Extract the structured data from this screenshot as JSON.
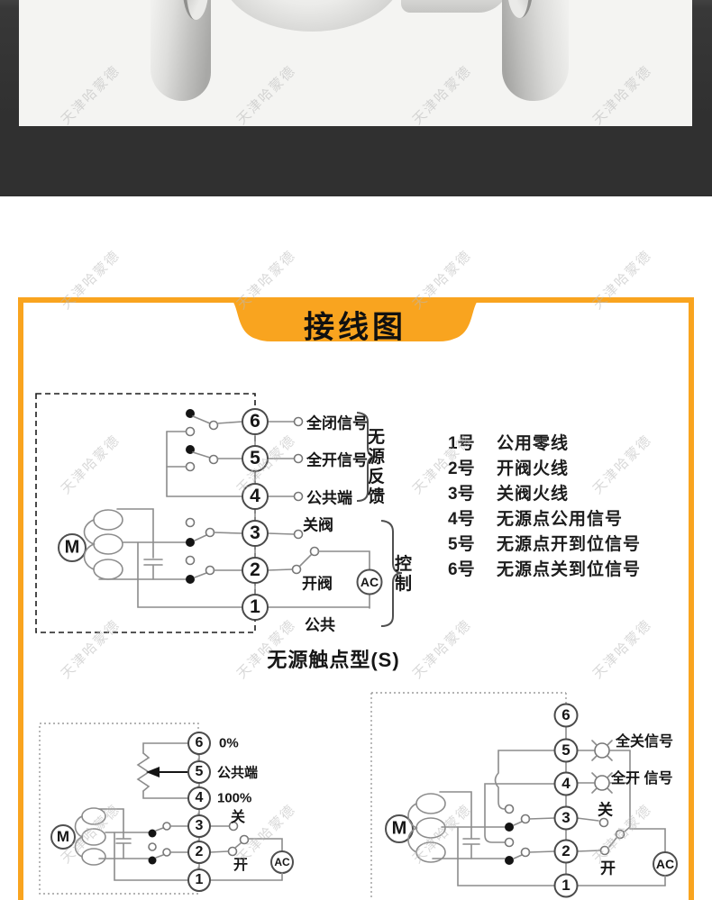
{
  "watermark": {
    "text": "天津哈蒙德"
  },
  "banner": {
    "title": "接线图"
  },
  "main_diagram": {
    "terminals": [
      "6",
      "5",
      "4",
      "3",
      "2",
      "1"
    ],
    "labels": {
      "t6": "全闭信号",
      "t5": "全开信号",
      "t4": "公共端",
      "t3": "关阀",
      "t2": "开阀",
      "t1": "公共"
    },
    "feedback_group": "无源反馈",
    "control_group": "控制",
    "motor": "M",
    "power": "AC",
    "caption": "无源触点型(S)"
  },
  "terminal_legend": {
    "items": [
      {
        "num": "1号",
        "desc": "公用零线"
      },
      {
        "num": "2号",
        "desc": "开阀火线"
      },
      {
        "num": "3号",
        "desc": "关阀火线"
      },
      {
        "num": "4号",
        "desc": "无源点公用信号"
      },
      {
        "num": "5号",
        "desc": "无源点开到位信号"
      },
      {
        "num": "6号",
        "desc": "无源点关到位信号"
      }
    ]
  },
  "proportional_diagram": {
    "terminals": [
      "6",
      "5",
      "4",
      "3",
      "2",
      "1"
    ],
    "labels": {
      "t6": "0%",
      "t5": "公共端",
      "t4": "100%",
      "t3": "关",
      "t2": "开"
    },
    "motor": "M",
    "power": "AC"
  },
  "switch_diagram": {
    "terminals": [
      "6",
      "5",
      "4",
      "3",
      "2",
      "1"
    ],
    "labels": {
      "t5": "全关信号",
      "t4": "全开 信号",
      "t3": "关",
      "t2": "开"
    },
    "motor": "M",
    "power": "AC"
  }
}
